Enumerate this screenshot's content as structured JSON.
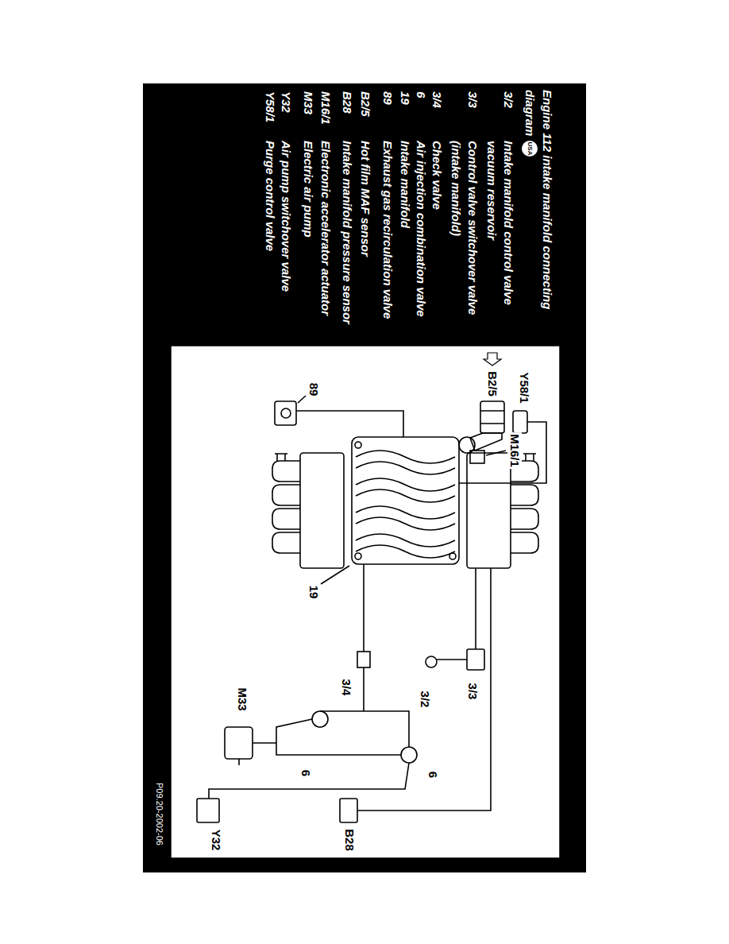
{
  "diagram": {
    "title": "Engine 112 intake manifold connecting diagram",
    "labels": [
      "USA",
      "3/2",
      "Intake manifold control valve vacuum reservoir",
      "3/3",
      "Control valve switchover valve (intake manifold)",
      "3/4",
      "Check valve",
      "6",
      "Air injection combination valve",
      "19",
      "Intake manifold",
      "89",
      "Exhaust gas recirculation valve",
      "B2/5",
      "Hot film MAF sensor",
      "B28",
      "Intake manifold pressure sensor",
      "M16/1",
      "Electronic accelerator actuator",
      "M33",
      "Electric air pump",
      "Y32",
      "Air pump switchover valve",
      "Y58/1",
      "Purge control valve",
      "Y58/1",
      "M16/1",
      "B2/5",
      "89",
      "19",
      "3/3",
      "3/2",
      "3/4",
      "M33",
      "6",
      "6",
      "B28",
      "Y32",
      "P09.20-2002-06"
    ]
  }
}
